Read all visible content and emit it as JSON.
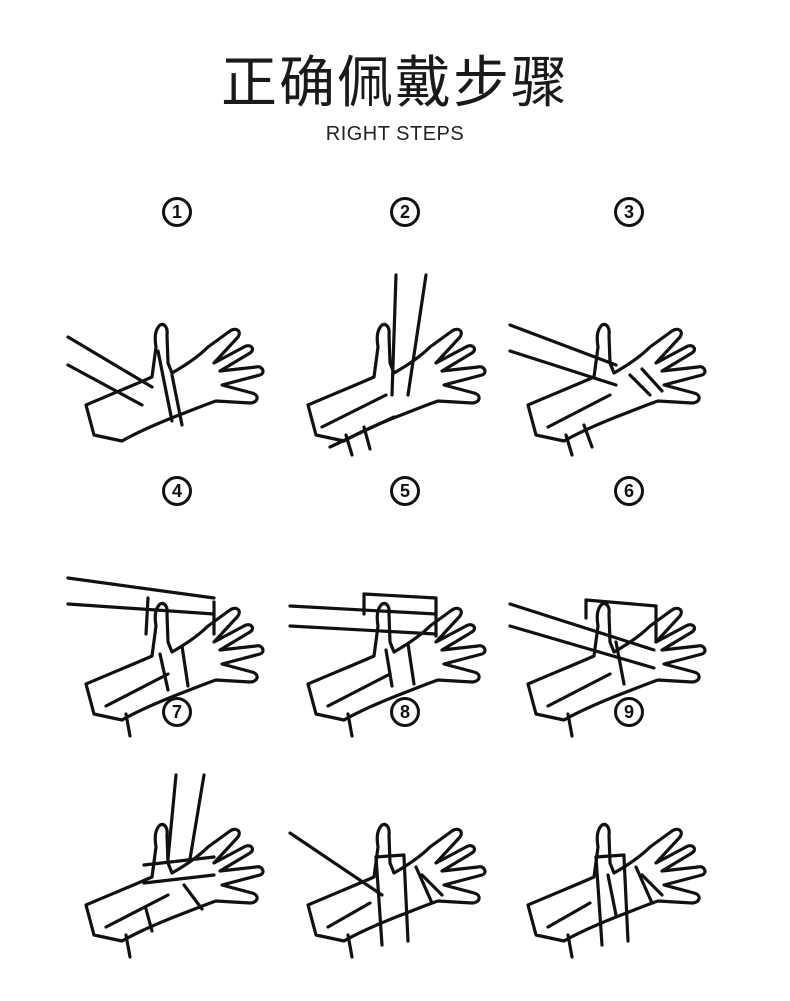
{
  "header": {
    "title": "正确佩戴步骤",
    "subtitle": "RIGHT STEPS"
  },
  "steps": [
    {
      "number": "1"
    },
    {
      "number": "2"
    },
    {
      "number": "3"
    },
    {
      "number": "4"
    },
    {
      "number": "5"
    },
    {
      "number": "6"
    },
    {
      "number": "7"
    },
    {
      "number": "8"
    },
    {
      "number": "9"
    }
  ]
}
